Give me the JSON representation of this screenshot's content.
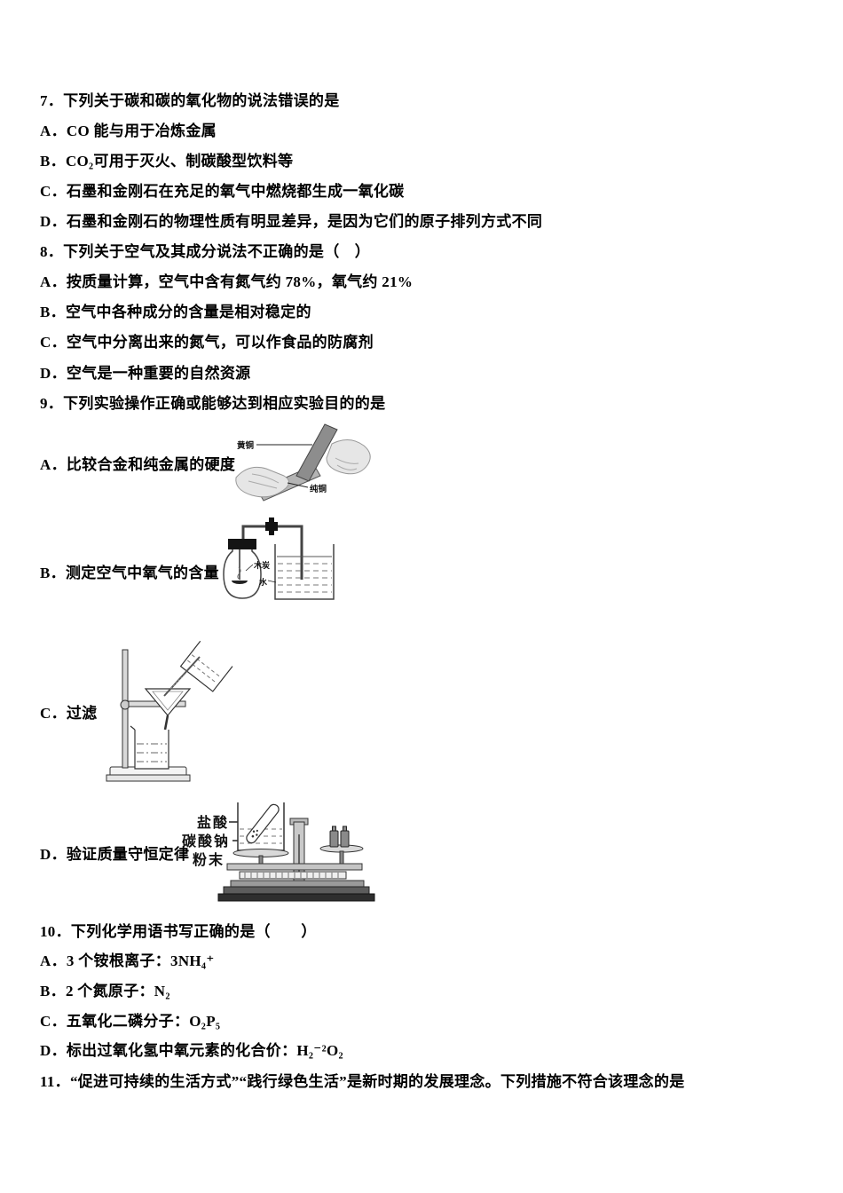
{
  "page": {
    "background": "#ffffff",
    "text_color": "#000000"
  },
  "questions": {
    "q7": {
      "stem": "7．下列关于碳和碳的氧化物的说法错误的是",
      "options": [
        "A．CO 能与用于冶炼金属",
        "B．CO₂可用于灭火、制碳酸型饮料等",
        "C．石墨和金刚石在充足的氧气中燃烧都生成一氧化碳",
        "D．石墨和金刚石的物理性质有明显差异，是因为它们的原子排列方式不同"
      ]
    },
    "q8": {
      "stem": "8．下列关于空气及其成分说法不正确的是（　）",
      "options": [
        "A．按质量计算，空气中含有氮气约 78%，氧气约 21%",
        "B．空气中各种成分的含量是相对稳定的",
        "C．空气中分离出来的氮气，可以作食品的防腐剂",
        "D．空气是一种重要的自然资源"
      ]
    },
    "q9": {
      "stem": "9．下列实验操作正确或能够达到相应实验目的的是",
      "options": [
        {
          "text": "A．比较合金和纯金属的硬度",
          "diagram": "hardness-comparison",
          "labels": {
            "brass": "黄铜",
            "pure_copper": "纯铜"
          }
        },
        {
          "text": "B．测定空气中氧气的含量",
          "diagram": "oxygen-content-measurement",
          "labels": {
            "charcoal": "木炭",
            "water": "水"
          }
        },
        {
          "text": "C．过滤",
          "diagram": "filtration"
        },
        {
          "text": "D．验证质量守恒定律",
          "diagram": "mass-conservation-balance",
          "labels": {
            "acid": "盐酸",
            "carbonate": "碳酸钠",
            "powder": "粉末"
          }
        }
      ]
    },
    "q10": {
      "stem": "10．下列化学用语书写正确的是（　　）",
      "options": [
        "A．3 个铵根离子：3NH₄⁺",
        "B．2 个氮原子：N₂",
        "C．五氧化二磷分子：O₂P₅",
        "D．标出过氧化氢中氧元素的化合价：H₂⁻²O₂"
      ]
    },
    "q11": {
      "stem": "11．“促进可持续的生活方式”“践行绿色生活”是新时期的发展理念。下列措施不符合该理念的是"
    }
  }
}
